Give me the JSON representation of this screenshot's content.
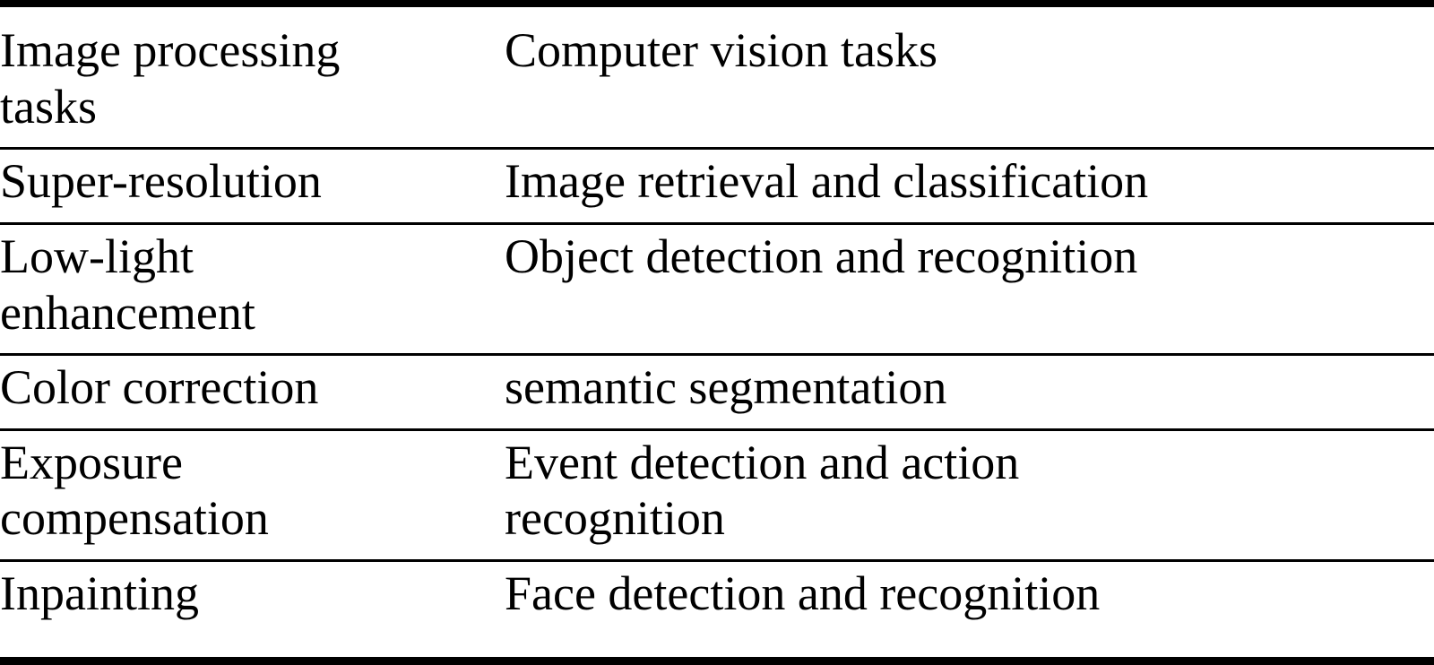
{
  "table": {
    "columns": [
      "Image processing\ntasks",
      "Computer vision tasks"
    ],
    "rows": [
      {
        "image_processing_task": "Super-resolution",
        "computer_vision_task": "Image retrieval and classification"
      },
      {
        "image_processing_task": "Low-light\nenhancement",
        "computer_vision_task": "Object detection and recognition"
      },
      {
        "image_processing_task": "Color correction",
        "computer_vision_task": "semantic segmentation"
      },
      {
        "image_processing_task": "Exposure\ncompensation",
        "computer_vision_task": "Event detection and action\nrecognition"
      },
      {
        "image_processing_task": "Inpainting",
        "computer_vision_task": "Face detection and recognition"
      }
    ]
  },
  "style": {
    "text_color": "#000000",
    "rule_color": "#000000",
    "background_color": "#ffffff"
  }
}
